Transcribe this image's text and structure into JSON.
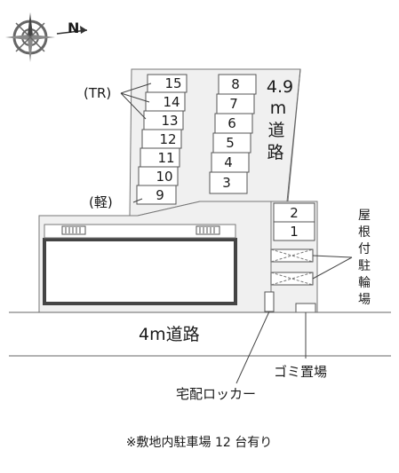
{
  "compass": {
    "label": "N"
  },
  "slots": {
    "left": [
      "15",
      "14",
      "13",
      "12",
      "11",
      "10",
      "9"
    ],
    "right": [
      "8",
      "7",
      "6",
      "5",
      "4",
      "3"
    ],
    "east": [
      "2",
      "1"
    ]
  },
  "roads": {
    "south": "4m道路",
    "east_width": "4.9",
    "east_unit": "m",
    "east_chars": [
      "道",
      "路"
    ]
  },
  "labels": {
    "tr": "(TR)",
    "kei": "(軽)",
    "bicycle": [
      "屋",
      "根",
      "付",
      "駐",
      "輪",
      "場"
    ],
    "garbage": "ゴミ置場",
    "locker": "宅配ロッカー"
  },
  "note": "※敷地内駐車場 12 台有り"
}
